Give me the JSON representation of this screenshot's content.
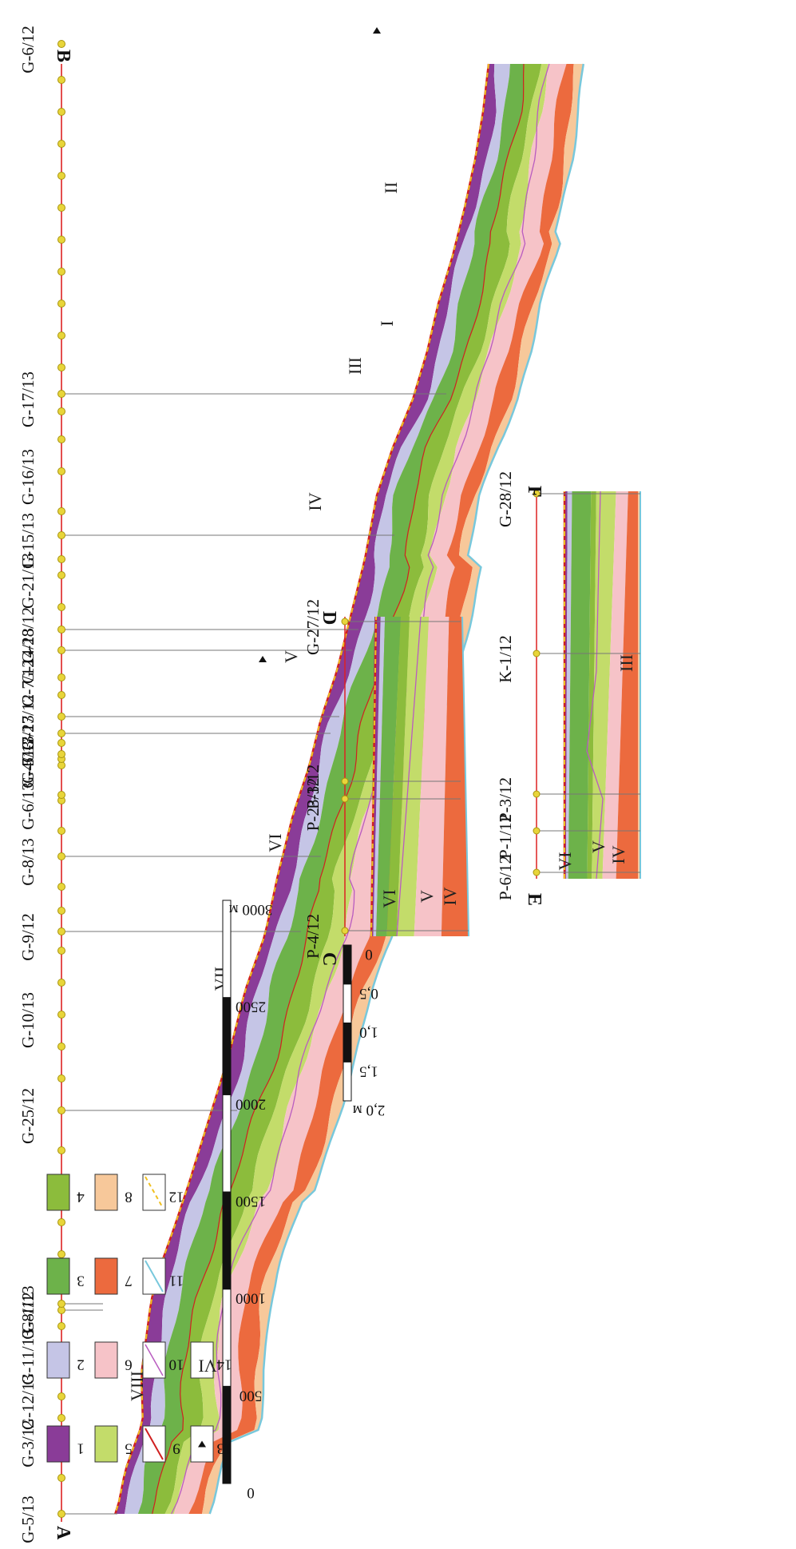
{
  "profile_AB": {
    "start_label": "A",
    "end_label": "B",
    "wells": [
      "G-5/13",
      "G-3/12",
      "G-12/13",
      "G-11/13",
      "G-8/12",
      "G-1/13",
      "G-25/12",
      "G-10/13",
      "G-9/12",
      "G-8/13",
      "G-6/13",
      "G-4/13",
      "G-5/13",
      "G-7/13",
      "G-27/12",
      "G-7/12",
      "G-14/13",
      "G-28/12",
      "G-21/13",
      "G-15/13",
      "G-16/13",
      "G-17/13",
      "G-6/12"
    ],
    "units": [
      "VIII",
      "VII",
      "VI",
      "V",
      "IV",
      "III",
      "II",
      "I"
    ]
  },
  "scale_bar": {
    "ticks": [
      "0",
      "500",
      "1000",
      "1500",
      "2000",
      "2500",
      "3000 м"
    ]
  },
  "profile_CD": {
    "start_label": "C",
    "end_label": "D",
    "wells": [
      "P-4/12",
      "P-23/12",
      "P-3/12",
      "G-27/12"
    ],
    "units": [
      "VI",
      "V",
      "IV"
    ]
  },
  "vertical_scale": {
    "ticks": [
      "2,0 м",
      "1,5",
      "1,0",
      "0,5",
      "0"
    ]
  },
  "profile_EF": {
    "start_label": "E",
    "end_label": "F",
    "wells": [
      "P-6/12",
      "P-1/12",
      "P-3/12",
      "K-1/12",
      "G-28/12"
    ],
    "units": [
      "VI",
      "V",
      "IV",
      "III"
    ]
  },
  "legend": {
    "items": [
      {
        "num": "1",
        "color": "#8a3c98"
      },
      {
        "num": "2",
        "color": "#c5c5e6"
      },
      {
        "num": "3",
        "color": "#6db24a"
      },
      {
        "num": "4",
        "color": "#8cbc3c"
      },
      {
        "num": "5",
        "color": "#c3dc6a"
      },
      {
        "num": "6",
        "color": "#f6c3c8"
      },
      {
        "num": "7",
        "color": "#ec6a3e"
      },
      {
        "num": "8",
        "color": "#f7c89a"
      },
      {
        "num": "9",
        "symbol": "red-line"
      },
      {
        "num": "10",
        "symbol": "magenta-line"
      },
      {
        "num": "11",
        "symbol": "cyan-line"
      },
      {
        "num": "12",
        "symbol": "yellow-dash"
      },
      {
        "num": "13",
        "symbol": "triangle"
      },
      {
        "num": "14",
        "symbol": "roman-box",
        "text": "VI"
      }
    ]
  },
  "colors": {
    "c1": "#8a3c98",
    "c2": "#c5c5e6",
    "c3": "#6db24a",
    "c4": "#8cbc3c",
    "c5": "#c3dc6a",
    "c6": "#f6c3c8",
    "c7": "#ec6a3e",
    "c8": "#f7c89a",
    "cyan": "#78c8dc",
    "magenta": "#b95cc0",
    "red": "#d02020",
    "yellow": "#f0c020"
  }
}
